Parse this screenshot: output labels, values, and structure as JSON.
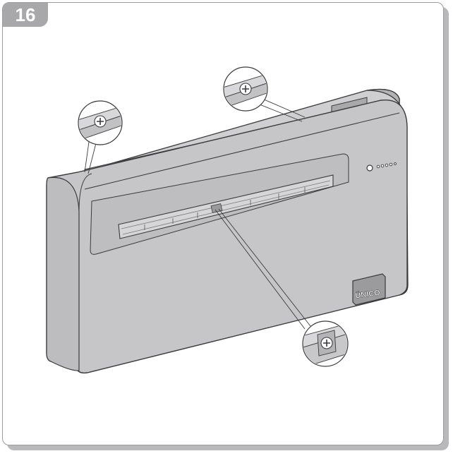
{
  "figure": {
    "number": "16"
  },
  "brand": {
    "logo_text": "ÜNICO"
  },
  "colors": {
    "body": "#c4c4c6",
    "body_dark": "#a9a9ab",
    "outline": "#3a3a3c",
    "badge": "#a8a8aa",
    "frame_shadow": "#b9b9bb"
  },
  "callouts": [
    {
      "name": "top-left-screw-detail",
      "icon": "screw-icon"
    },
    {
      "name": "top-right-screw-detail",
      "icon": "screw-icon"
    },
    {
      "name": "center-screw-detail",
      "icon": "screw-icon"
    }
  ]
}
